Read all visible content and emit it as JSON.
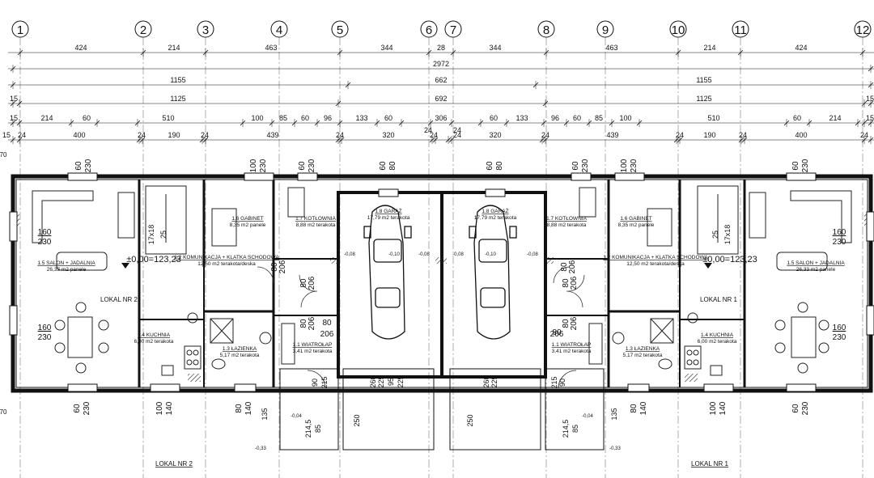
{
  "axes": [
    "1",
    "2",
    "3",
    "4",
    "5",
    "6",
    "7",
    "8",
    "9",
    "10",
    "11",
    "12"
  ],
  "dims": {
    "row1": [
      "424",
      "214",
      "463",
      "344",
      "28",
      "344",
      "463",
      "214",
      "424"
    ],
    "row2": "2972",
    "row3": [
      "1155",
      "662",
      "1155"
    ],
    "row4": [
      "15",
      "1125",
      "692",
      "1125",
      "15"
    ],
    "row5": [
      "15",
      "214",
      "60",
      "510",
      "100",
      "85",
      "60",
      "96",
      "133",
      "60",
      "306",
      "60",
      "133",
      "96",
      "60",
      "85",
      "100",
      "510",
      "60",
      "214",
      "15"
    ],
    "row6": [
      "15",
      "24",
      "400",
      "24",
      "190",
      "24",
      "439",
      "24",
      "320",
      "24",
      "24",
      "320",
      "24",
      "439",
      "24",
      "190",
      "24",
      "400",
      "24"
    ],
    "row6b": "24"
  },
  "windows": {
    "top": [
      {
        "w": "60",
        "h": "230"
      },
      {
        "w": "100",
        "h": "230"
      },
      {
        "w": "60",
        "h": "230"
      },
      {
        "w": "60",
        "h": "80"
      },
      {
        "w": "60",
        "h": "80"
      },
      {
        "w": "60",
        "h": "230"
      },
      {
        "w": "100",
        "h": "230"
      },
      {
        "w": "60",
        "h": "230"
      }
    ],
    "bottom": [
      {
        "w": "60",
        "h": "230"
      },
      {
        "w": "100",
        "h": "140"
      },
      {
        "w": "80",
        "h": "140"
      },
      {
        "w": "80",
        "h": "140"
      },
      {
        "w": "100",
        "h": "140"
      },
      {
        "w": "60",
        "h": "230"
      }
    ],
    "side": [
      {
        "w": "160",
        "h": "230"
      },
      {
        "w": "160",
        "h": "230"
      },
      {
        "w": "160",
        "h": "230"
      },
      {
        "w": "160",
        "h": "230"
      }
    ]
  },
  "rooms_left": [
    {
      "num": "1.5",
      "name": "SALON + JADALNIA",
      "area": "26,33 m2",
      "finish": "panele"
    },
    {
      "num": "1.4",
      "name": "KUCHNIA",
      "area": "6,00 m2",
      "finish": "terakota"
    },
    {
      "num": "1.2",
      "name": "KOMUNIKACJA + KLATKA SCHODOWA",
      "area": "12,50 m2",
      "finish": "terakota/deska"
    },
    {
      "num": "1.6",
      "name": "GABINET",
      "area": "8,35 m2",
      "finish": "panele"
    },
    {
      "num": "1.7",
      "name": "KOTŁOWNIA",
      "area": "8,88 m2",
      "finish": "terakota"
    },
    {
      "num": "1.3",
      "name": "ŁAZIENKA",
      "area": "5,17 m2",
      "finish": "terakota"
    },
    {
      "num": "1.1",
      "name": "WIATROŁAP",
      "area": "3,41 m2",
      "finish": "terakota"
    },
    {
      "num": "1.8",
      "name": "GARAŻ",
      "area": "17,79 m2",
      "finish": "terakota"
    }
  ],
  "rooms_right": [
    {
      "num": "1.5",
      "name": "SALON + JADALNIA",
      "area": "26,33 m2",
      "finish": "panele"
    },
    {
      "num": "1.4",
      "name": "KUCHNIA",
      "area": "6,00 m2",
      "finish": "terakota"
    },
    {
      "num": "1.2",
      "name": "KOMUNIKACJA + KLATKA SCHODOWA",
      "area": "12,50 m2",
      "finish": "terakota/deska"
    },
    {
      "num": "1.6",
      "name": "GABINET",
      "area": "8,35 m2",
      "finish": "panele"
    },
    {
      "num": "1.7",
      "name": "KOTŁOWNIA",
      "area": "8,88 m2",
      "finish": "terakota"
    },
    {
      "num": "1.3",
      "name": "ŁAZIENKA",
      "area": "5,17 m2",
      "finish": "terakota"
    },
    {
      "num": "1.1",
      "name": "WIATROŁAP",
      "area": "3,41 m2",
      "finish": "terakota"
    },
    {
      "num": "1.8",
      "name": "GARAŻ",
      "area": "17,79 m2",
      "finish": "terakota"
    }
  ],
  "lokal": {
    "left": "LOKAL NR 2",
    "right": "LOKAL NR 1"
  },
  "level": "±0,00=123,23",
  "levels": [
    "-0,08",
    "-0,08",
    "-0,08",
    "-0,08",
    "-0,10",
    "-0,10",
    "-0,04",
    "-0,04",
    "-0,33",
    "-0,33"
  ],
  "doors": {
    "d80_206": [
      "80",
      "206"
    ],
    "d90": "90",
    "d215": "215",
    "d135": "135",
    "d250": "250",
    "d260": "260",
    "d225": "225",
    "d95": "95",
    "d214_5": "214,5",
    "d85": "85",
    "d25": "25",
    "d17x18": "17x18"
  },
  "left_edge": [
    "70",
    "70"
  ]
}
